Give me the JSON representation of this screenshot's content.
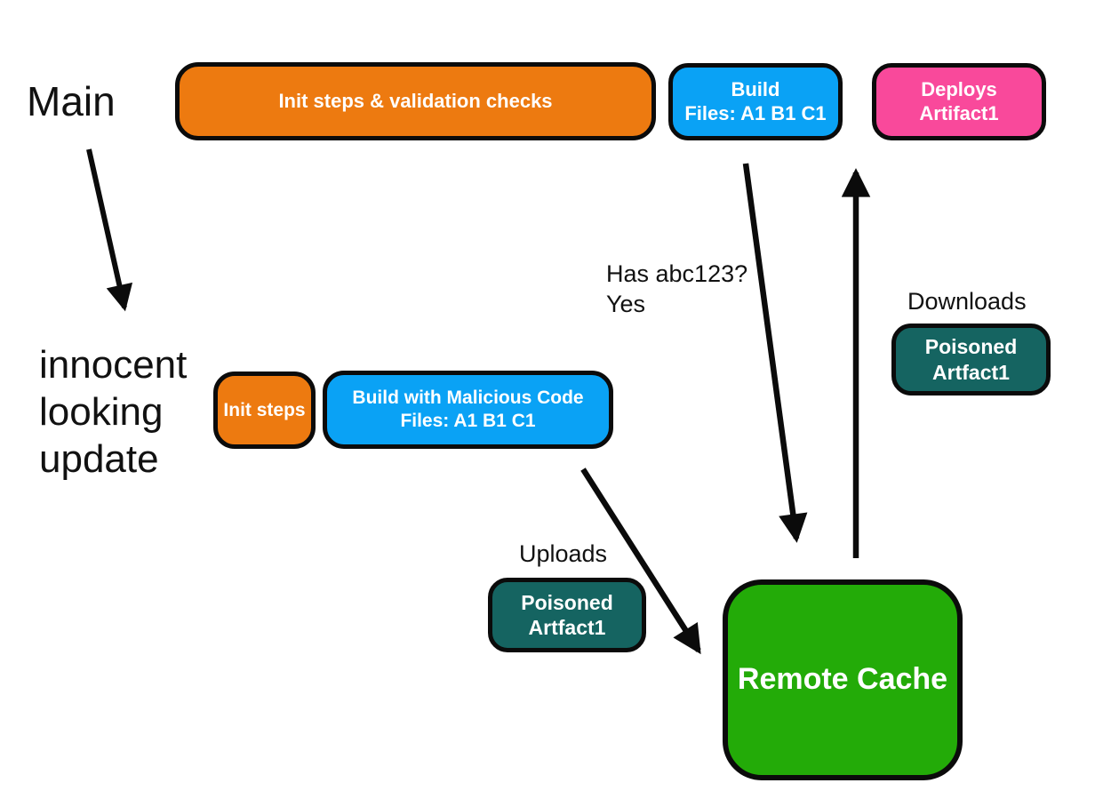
{
  "labels": {
    "main": "Main",
    "innocent_update": "innocent\nlooking\nupdate",
    "has_hash": "Has abc123?\nYes",
    "downloads": "Downloads",
    "uploads": "Uploads"
  },
  "nodes": {
    "init_validation": {
      "label": "Init steps & validation checks",
      "color": "#ED7A10"
    },
    "build": {
      "label": "Build\nFiles: A1 B1 C1",
      "color": "#0AA2F5"
    },
    "deploys": {
      "label": "Deploys\nArtifact1",
      "color": "#F9499B"
    },
    "init_steps": {
      "label": "Init steps",
      "color": "#ED7A10"
    },
    "build_malicious": {
      "label": "Build with Malicious Code\nFiles: A1 B1 C1",
      "color": "#0AA2F5"
    },
    "poisoned_download": {
      "label": "Poisoned\nArtfact1",
      "color": "#156461"
    },
    "poisoned_upload": {
      "label": "Poisoned\nArtfact1",
      "color": "#156461"
    },
    "remote_cache": {
      "label": "Remote Cache",
      "color": "#23AB08"
    }
  },
  "colors": {
    "arrow": "#0b0b0b",
    "border": "#0b0b0b",
    "text": "#111111",
    "background": "#ffffff"
  }
}
